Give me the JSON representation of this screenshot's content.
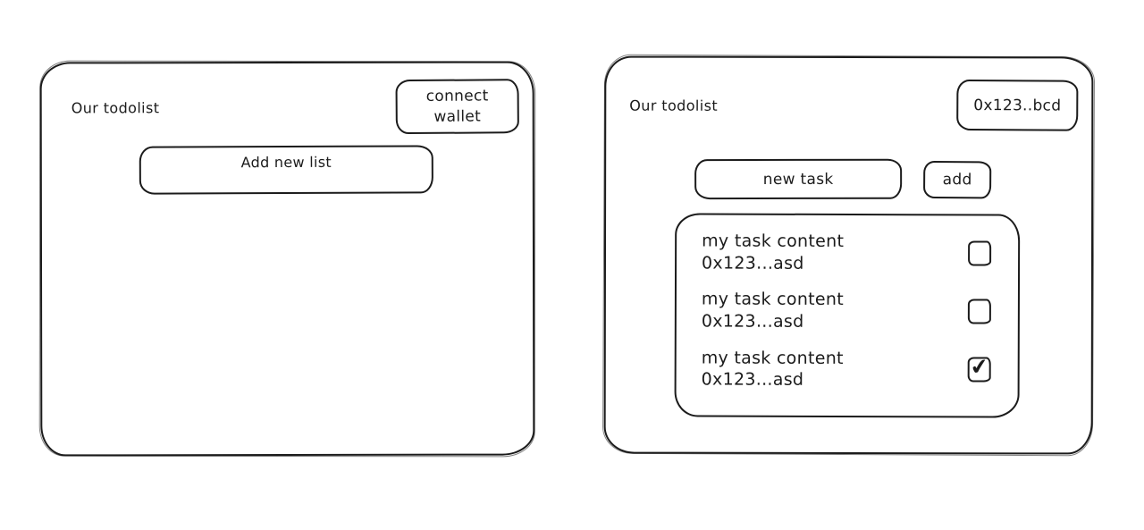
{
  "colors": {
    "ink": "#1b1b1b",
    "canvas": "#ffffff"
  },
  "left_window": {
    "title": "Our todolist",
    "connect_wallet_label": "connect wallet",
    "add_new_list_label": "Add new list"
  },
  "right_window": {
    "title": "Our todolist",
    "wallet_address_label": "0x123..bcd",
    "new_task_value": "new task",
    "add_button_label": "add",
    "tasks": [
      {
        "content": "my task content",
        "address": "0x123...asd",
        "checked": false,
        "check": ""
      },
      {
        "content": "my task content",
        "address": "0x123...asd",
        "checked": false,
        "check": ""
      },
      {
        "content": "my task content",
        "address": "0x123...asd",
        "checked": true,
        "check": "✔"
      }
    ]
  }
}
